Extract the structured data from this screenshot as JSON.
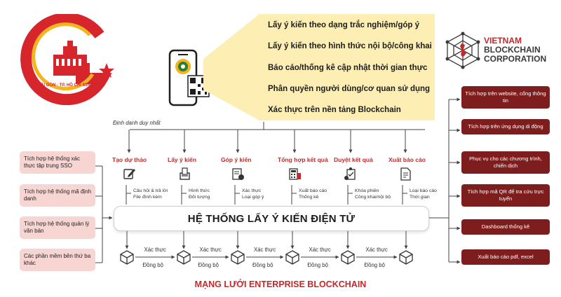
{
  "logo": {
    "caption": "SÀI GÒN - TP. HỒ CHÍ MINH",
    "colors": {
      "red": "#d7262b",
      "yellow": "#f2b51e"
    }
  },
  "brand": {
    "line1": "VIETNAM",
    "line2": "BLOCKCHAIN",
    "line3": "CORPORATION"
  },
  "phone_icon": "mobile-qr-icon",
  "features": [
    "Lấy ý kiến theo dạng trắc nghiệm/góp ý",
    "Lấy ý kiến theo hình thức nội bộ/công khai",
    "Báo cáo/thống kê cập nhật thời gian thực",
    "Phân quyền người dùng/cơ quan sử dụng",
    "Xác thực trên nền tảng Blockchain"
  ],
  "identity_label": "Định danh duy nhất",
  "steps": [
    {
      "title": "Tạo dự thảo",
      "desc": [
        "Câu hỏi & trả lời",
        "File đính kèm"
      ],
      "icon": "edit-icon"
    },
    {
      "title": "Lấy ý kiến",
      "desc": [
        "Hình thức",
        "Đối tượng"
      ],
      "icon": "ballot-icon"
    },
    {
      "title": "Góp ý kiến",
      "desc": [
        "Xác thực",
        "Loại góp ý"
      ],
      "icon": "comment-form-icon"
    },
    {
      "title": "Tổng hợp kết quả",
      "desc": [
        "Xuất báo cáo",
        "Thống kê"
      ],
      "icon": "calculator-icon"
    },
    {
      "title": "Duyệt kết quả",
      "desc": [
        "Khóa phiên",
        "Công khai/nội bộ"
      ],
      "icon": "approval-icon"
    },
    {
      "title": "Xuất báo cáo",
      "desc": [
        "Loại báo cáo",
        "Thời gian"
      ],
      "icon": "report-icon"
    }
  ],
  "left_integrations": [
    "Tích hợp hệ thống xác thực tập trung SSO",
    "Tích hợp hệ thống mã định danh",
    "Tích hợp hệ thống quản lý văn bản",
    "Các phần mềm bên thứ ba khác"
  ],
  "right_outputs": [
    "Tích hợp trên website, cổng thông tin",
    "Tích hợp trên ứng dụng di động",
    "Phục vụ cho các chương trình, chiến dịch",
    "Tích hợp mã QR để tra cứu trực tuyến",
    "Dashboard thống kê",
    "Xuất báo cáo pdf, excel"
  ],
  "system_title": "HỆ THỐNG LẤY Ý KIẾN ĐIỆN TỬ",
  "blockchain": {
    "node_icon": "cube-icon",
    "verify_label": "Xác thực",
    "sync_label": "Đồng bộ"
  },
  "network_title": "MẠNG LƯỚI ENTERPRISE BLOCKCHAIN",
  "colors": {
    "accent_red": "#c62828",
    "dark_red": "#7e1d1d",
    "pink": "#f6d5d2",
    "callout": "#fdeeb3"
  }
}
